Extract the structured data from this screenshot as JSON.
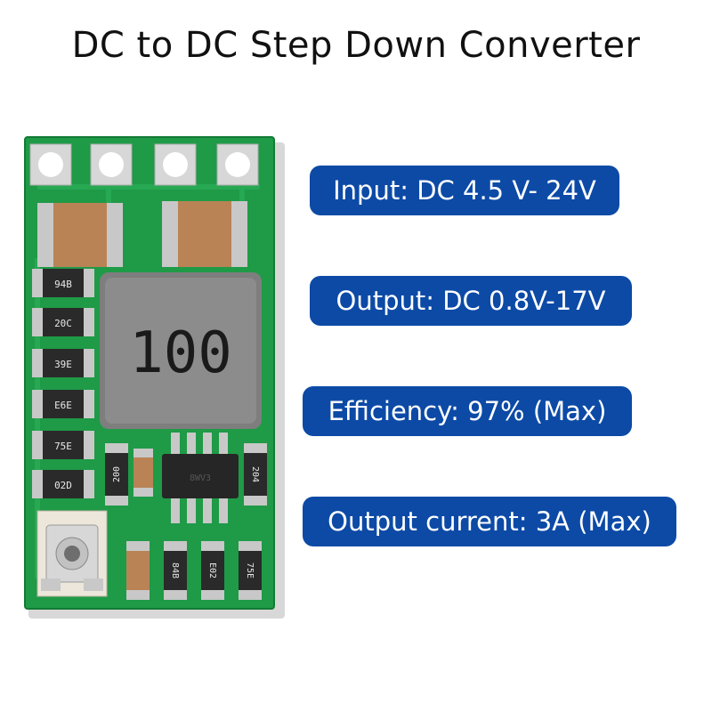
{
  "title": "DC to DC Step Down Converter",
  "specs": [
    {
      "label": "Input: DC 4.5 V- 24V"
    },
    {
      "label": "Output: DC 0.8V-17V"
    },
    {
      "label": "Efficiency: 97% (Max)"
    },
    {
      "label": "Output current: 3A (Max)"
    }
  ],
  "board": {
    "inductor_marking": "100",
    "left_resistors": [
      "94B",
      "20C",
      "39E",
      "E6E",
      "75E",
      "02D"
    ],
    "mid_resistors": [
      "200",
      "204"
    ],
    "bottom_resistors": [
      "84B",
      "E02",
      "75E"
    ],
    "ic_marking": "8WV3"
  },
  "colors": {
    "pcb_green": "#1f9a47",
    "pill_blue": "#0c4aa6"
  }
}
